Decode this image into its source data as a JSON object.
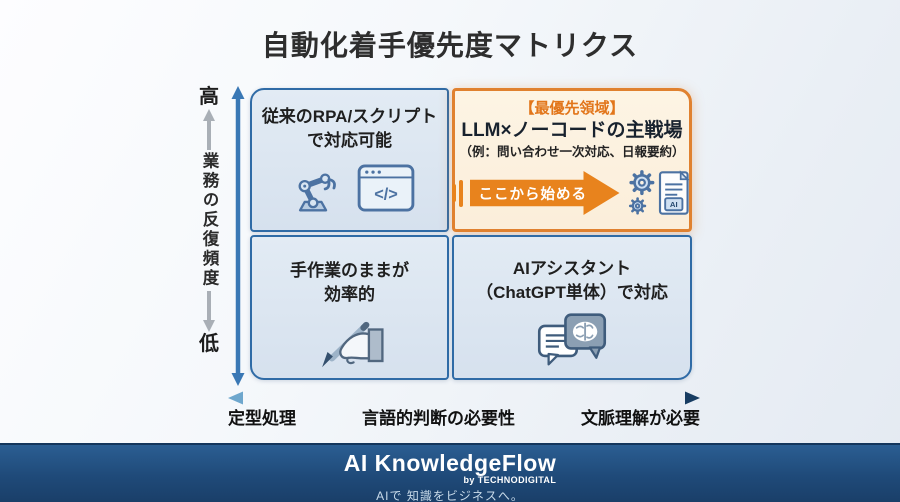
{
  "title": "自動化着手優先度マトリクス",
  "y_axis": {
    "top": "高",
    "bottom": "低",
    "label": "業務の反復頻度"
  },
  "x_axis": {
    "left": "定型処理",
    "center": "言語的判断の必要性",
    "right": "文脈理解が必要"
  },
  "quadrants": {
    "top_left": {
      "line1": "従来のRPA/スクリプト",
      "line2": "で対応可能",
      "code_glyph": "</>"
    },
    "top_right": {
      "badge": "【最優先領域】",
      "title": "LLM×ノーコードの主戦場",
      "example": "（例：問い合わせ一次対応、日報要約）",
      "cta": "ここから始める",
      "chip_label": "AI"
    },
    "bottom_left": {
      "line1": "手作業のままが",
      "line2": "効率的"
    },
    "bottom_right": {
      "line1": "AIアシスタント",
      "line2": "（ChatGPT単体）で対応"
    }
  },
  "footer": {
    "brand": "AI KnowledgeFlow",
    "byline": "by TECHNODIGITAL",
    "tagline": "AIで 知識をビジネスへ。"
  },
  "colors": {
    "accent_orange": "#e8831d",
    "badge_orange": "#e2761b",
    "quadrant_border_blue": "#2f6ba6",
    "quadrant_bg_blue": "#dbe5f0",
    "highlight_bg": "#fdf3e2",
    "highlight_border": "#e0812f",
    "axis_blue": "#3a78b5",
    "axis_gray": "#a9afb6",
    "footer_bg": "#1f4a79",
    "icon_stroke": "#4c72a2"
  }
}
